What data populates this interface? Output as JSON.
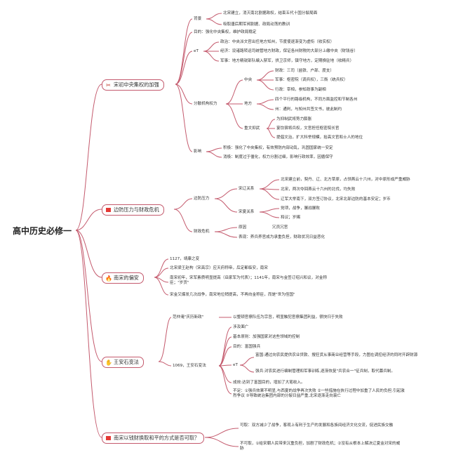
{
  "title": "高中历史必修一",
  "sections": {
    "s1": {
      "label": "宋初中央集权的加强",
      "icon": "scissors-icon",
      "background": {
        "label": "背景",
        "items": [
          "北宋建立，消灭南北割据政权，结束五代十国分裂局面",
          "吸取唐后期军阀割据、政局动荡的教训"
        ]
      },
      "purpose": "目的：强化中央集权，维护政局稳定",
      "measures": {
        "label": "eT",
        "items": [
          "政治：中央派文官出任地方知州，节度使逐渐变为虚衔（收实权）",
          "经济：设诸路转运司统管地方财政，保证各州财税的大部分上缴中央（财钱谷）",
          "军事：地方精锐部队编入禁军，拱卫京师，镇守地方，定期换驻地（收精兵）"
        ]
      },
      "power_split": {
        "label": "分散机构权力",
        "central": {
          "label": "中央",
          "items": [
            "财政：三司（盐铁、户部、度支）",
            "军事：枢密院（调兵权），三衙（统兵权）",
            "行政：宰相，参知政事为副相"
          ]
        },
        "local": {
          "label": "地方",
          "items": [
            "四个平行的路级机构，不同方面监控和节制各州",
            "州：通判，与知州共签文书，彼此制约"
          ]
        },
        "civil": {
          "label": "重文抑武",
          "items": [
            "为抑制武将势力膨胀",
            "宴饮宿将兵权，文官担任枢密院长官",
            "提倡文治，扩大科举规模，抬高文官和士人的地位"
          ]
        }
      },
      "impact": {
        "label": "影响",
        "items": [
          "积极：强化了中央集权，有效预防内部动乱，巩固国家统一安定",
          "消极：制度过于僵化，权力分割过细，影响行政效率，因循保守"
        ]
      }
    },
    "s2": {
      "label": "边防压力与财政危机",
      "icon": "red-flag-icon",
      "border": {
        "label": "边防压力",
        "liao": {
          "label": "宋辽关系",
          "items": [
            "北宋建立前，契丹、辽、北方草原，占领燕云十六州，对中原形成严重威胁",
            "北宋，两次夺回燕云十六州的北伐，均失败",
            "辽军大举南下，双方签订协议，北宋北部边防的基本安定；岁币"
          ]
        },
        "xia": {
          "label": "宋夏关系",
          "items": [
            "党项，战争，屡战屡败",
            "和议；岁赐"
          ]
        }
      },
      "fiscal": {
        "label": "财政危机",
        "cause_label": "原因",
        "cause_value": "冗员冗官",
        "symptom": "表现：养兵养官成为承重负担，财政状况日益恶化"
      }
    },
    "s3": {
      "label": "南宋的偏安",
      "icon": "fire-icon",
      "items": [
        "1127，靖康之变",
        "北宋梁王赵构（宋高宗）应天府称帝，后定都临安，南宋",
        "南宋初年，宋军素质明显提高（岳家军为代表）；1141年，南宋与金签订绍兴和议，对金称臣；\"岁贡\"",
        "宋金又爆发几次战争，南宋地位稍提高，不再向金称臣，而是\"世为侄国\""
      ]
    },
    "s4": {
      "label": "王安石变法",
      "icon": "hand-icon",
      "qingli_label": "范仲淹\"庆历新政\"",
      "qingli_value": "以整顿官僚队伍为宗旨，明显触犯官僚集团利益，很快归于失败",
      "wang_label": "1069，王安石变法",
      "items": [
        "涉及面广",
        "基本原则：加强国家对这些领域的控制",
        "目的：富国强兵"
      ],
      "eT_label": "eT",
      "eT_items": [
        "富国:通过向农民提供农业贷款、搜狂货从事商业经营等手段，力图在调控经济的同时开辟财源",
        "强兵:对农民进行编制管理和军事训练,逐渐恢复\"兵农合一\"征兵制，取代募兵制。"
      ],
      "result": "成效:达到了富国目的，增加了大笔收入。",
      "shortfall": "不足：①强兵效果不明显,与西夏的战争再次失败 ②一些措施在执行过程中加重了人民的负担,引起激烈争议 ③导致统治集团内部的分裂日益严重,北宋逐渐走向衰亡"
    },
    "s5": {
      "label": "南宋以钱财换取和平的方式是否可取？",
      "icon": "red-flag-icon",
      "yes": "可取：双方减少了战争，客观上有利于生产的发展和各族间经济文化交流，促进民族交融",
      "no": "不可取，①给宋朝人民带来沉重负担，加剧了财政危机；②没有从根本上解决辽夏金对宋的威胁"
    }
  },
  "colors": {
    "line": "#c45a6d",
    "flag": "#e53935"
  }
}
